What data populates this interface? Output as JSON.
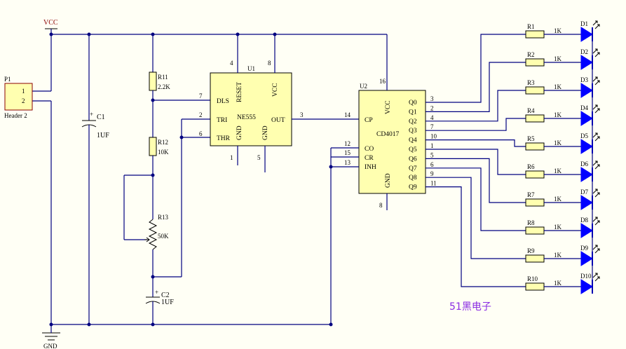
{
  "power": {
    "vcc": "VCC",
    "gnd": "GND"
  },
  "header": {
    "ref": "P1",
    "type": "Header 2",
    "pins": [
      "1",
      "2"
    ]
  },
  "c1": {
    "ref": "C1",
    "value": "1UF"
  },
  "c2": {
    "ref": "C2",
    "value": "1UF"
  },
  "r11": {
    "ref": "R11",
    "value": "2.2K"
  },
  "r12": {
    "ref": "R12",
    "value": "10K"
  },
  "r13": {
    "ref": "R13",
    "value": "50K"
  },
  "u1": {
    "ref": "U1",
    "part": "NE555",
    "pins": {
      "dls": "DLS",
      "tri": "TRI",
      "thr": "THR",
      "out": "OUT",
      "reset": "RESET",
      "vcc": "VCC",
      "gnd1": "GND",
      "gnd2": "GND"
    },
    "nums": {
      "p7": "7",
      "p2": "2",
      "p6": "6",
      "p3": "3",
      "p4": "4",
      "p8": "8",
      "p1": "1",
      "p5": "5"
    }
  },
  "u2": {
    "ref": "U2",
    "part": "CD4017",
    "pins": {
      "cp": "CP",
      "co": "CO",
      "cr": "CR",
      "inh": "INH",
      "vcc": "VCC",
      "gnd": "GND",
      "q": [
        "Q0",
        "Q1",
        "Q2",
        "Q3",
        "Q4",
        "Q5",
        "Q6",
        "Q7",
        "Q8",
        "Q9"
      ]
    },
    "nums": {
      "p14": "14",
      "p12": "12",
      "p15": "15",
      "p13": "13",
      "p16": "16",
      "p8": "8",
      "q": [
        "3",
        "2",
        "4",
        "7",
        "10",
        "1",
        "5",
        "6",
        "9",
        "11"
      ]
    }
  },
  "resistors": [
    {
      "ref": "R1",
      "value": "1K"
    },
    {
      "ref": "R2",
      "value": "1K"
    },
    {
      "ref": "R3",
      "value": "1K"
    },
    {
      "ref": "R4",
      "value": "1K"
    },
    {
      "ref": "R5",
      "value": "1K"
    },
    {
      "ref": "R6",
      "value": "1K"
    },
    {
      "ref": "R7",
      "value": "1K"
    },
    {
      "ref": "R8",
      "value": "1K"
    },
    {
      "ref": "R9",
      "value": "1K"
    },
    {
      "ref": "R10",
      "value": "1K"
    }
  ],
  "leds": [
    "D1",
    "D2",
    "D3",
    "D4",
    "D5",
    "D6",
    "D7",
    "D8",
    "D9",
    "D10"
  ],
  "watermark": "51黑电子",
  "colors": {
    "wire": "#000080",
    "body": "#ffffb0",
    "led": "#0000ff",
    "vcc_label": "#8b0000",
    "watermark": "#8a2be2"
  }
}
